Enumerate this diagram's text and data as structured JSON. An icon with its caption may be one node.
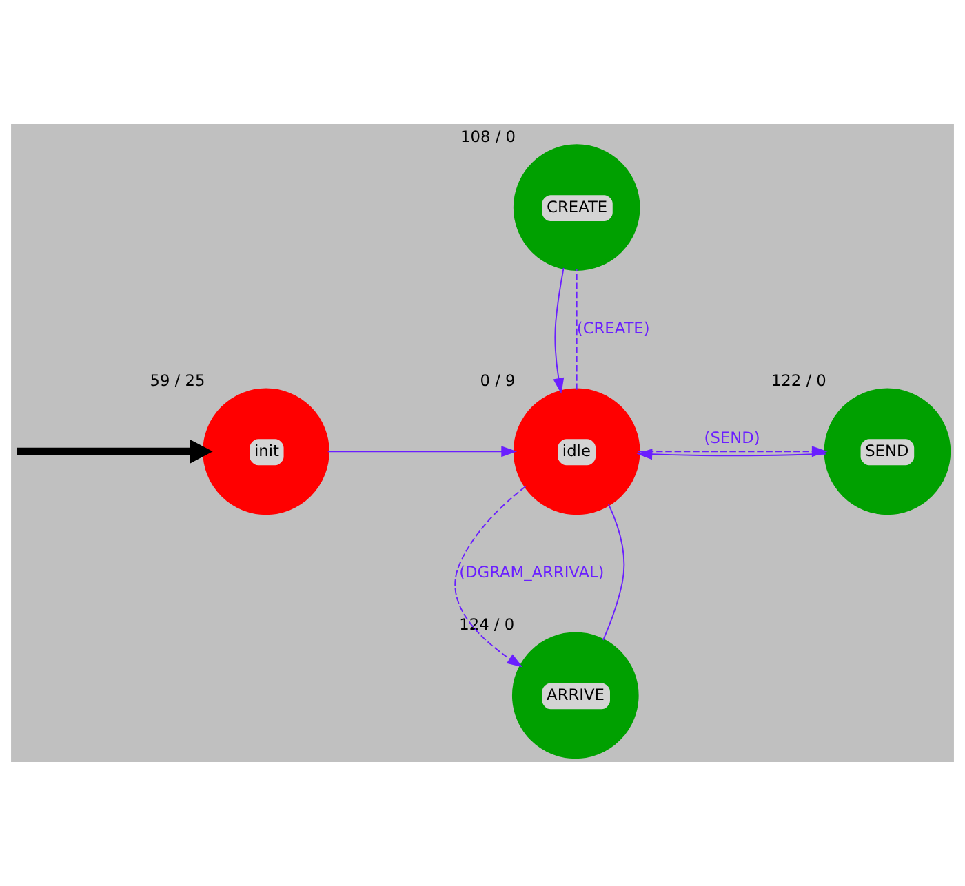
{
  "diagram": {
    "nodes": [
      {
        "text": [
          "CREATE"
        ],
        "beside": [
          "108 / 0"
        ]
      },
      {
        "text": [
          "init"
        ],
        "beside": [
          "59 / 25"
        ]
      },
      {
        "text": [
          "idle"
        ],
        "beside": [
          "0 / 9"
        ]
      },
      {
        "text": [
          "SEND"
        ],
        "beside": [
          "122 / 0"
        ]
      },
      {
        "text": [
          "ARRIVE"
        ],
        "beside": [
          "124 / 0"
        ]
      }
    ],
    "edges": [
      {
        "from": null,
        "to": 1,
        "arrow": "to",
        "style": "thick",
        "color": "#000000"
      },
      {
        "from": 1,
        "to": 2,
        "arrow": "to"
      },
      {
        "from": 2,
        "to": 0,
        "arrow": "none",
        "style": "dashed",
        "label": "(CREATE)"
      },
      {
        "from": 0,
        "to": 2,
        "arrow": "to"
      },
      {
        "from": 2,
        "to": 3,
        "arrow": "to",
        "style": "dashed",
        "label": "(SEND)"
      },
      {
        "from": 3,
        "to": 2,
        "arrow": "to"
      },
      {
        "from": 2,
        "to": 4,
        "arrow": "to",
        "style": "dashed",
        "label": "(DGRAM_ARRIVAL)"
      },
      {
        "from": 4,
        "to": 2,
        "arrow": "none"
      }
    ]
  }
}
